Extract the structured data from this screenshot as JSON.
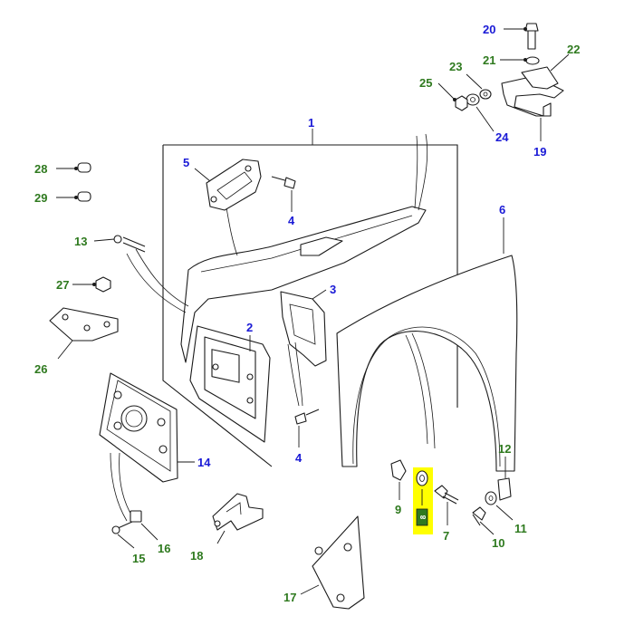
{
  "colors": {
    "callout_blue": "#1a1ad6",
    "callout_green": "#2f7a1f",
    "highlight": "#ffff00",
    "line": "#1a1a1a",
    "background": "#ffffff"
  },
  "callouts": [
    {
      "id": "c1",
      "text": "1",
      "color": "blue"
    },
    {
      "id": "c2",
      "text": "2",
      "color": "blue"
    },
    {
      "id": "c3",
      "text": "3",
      "color": "blue"
    },
    {
      "id": "c4a",
      "text": "4",
      "color": "blue"
    },
    {
      "id": "c4b",
      "text": "4",
      "color": "blue"
    },
    {
      "id": "c5",
      "text": "5",
      "color": "blue"
    },
    {
      "id": "c6",
      "text": "6",
      "color": "blue"
    },
    {
      "id": "c7",
      "text": "7",
      "color": "green"
    },
    {
      "id": "c9",
      "text": "9",
      "color": "green"
    },
    {
      "id": "c10",
      "text": "10",
      "color": "green"
    },
    {
      "id": "c11",
      "text": "11",
      "color": "green"
    },
    {
      "id": "c12",
      "text": "12",
      "color": "green"
    },
    {
      "id": "c13",
      "text": "13",
      "color": "green"
    },
    {
      "id": "c14",
      "text": "14",
      "color": "blue"
    },
    {
      "id": "c15",
      "text": "15",
      "color": "green"
    },
    {
      "id": "c16",
      "text": "16",
      "color": "green"
    },
    {
      "id": "c17",
      "text": "17",
      "color": "green"
    },
    {
      "id": "c18",
      "text": "18",
      "color": "green"
    },
    {
      "id": "c19",
      "text": "19",
      "color": "blue"
    },
    {
      "id": "c20",
      "text": "20",
      "color": "blue"
    },
    {
      "id": "c21",
      "text": "21",
      "color": "green"
    },
    {
      "id": "c22",
      "text": "22",
      "color": "green"
    },
    {
      "id": "c23",
      "text": "23",
      "color": "green"
    },
    {
      "id": "c24",
      "text": "24",
      "color": "blue"
    },
    {
      "id": "c25",
      "text": "25",
      "color": "green"
    },
    {
      "id": "c26",
      "text": "26",
      "color": "green"
    },
    {
      "id": "c27",
      "text": "27",
      "color": "green"
    },
    {
      "id": "c28",
      "text": "28",
      "color": "green"
    },
    {
      "id": "c29",
      "text": "29",
      "color": "green"
    }
  ],
  "highlighted_part": "8"
}
